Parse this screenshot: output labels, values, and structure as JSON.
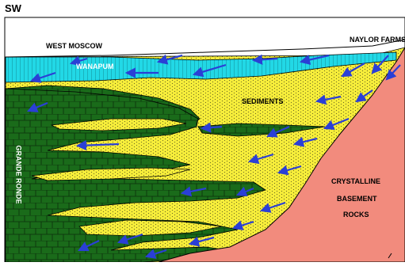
{
  "diagram": {
    "direction_label": "SW",
    "labels": {
      "west_moscow": "WEST MOSCOW",
      "naylor_farms": "NAYLOR FARMS",
      "wanapum": "WANAPUM",
      "sediments": "SEDIMENTS",
      "grande_ronde": "GRANDE RONDE",
      "crystalline": "CRYSTALLINE",
      "basement": "BASEMENT",
      "rocks": "ROCKS"
    },
    "colors": {
      "wanapum_basalt": "#22d8e6",
      "grande_ronde_basalt": "#1a6b1a",
      "sediments": "#f5ec3a",
      "crystalline_basement": "#f28b7d",
      "flow_arrows": "#2a3fd6",
      "outline": "#000000"
    },
    "flow_arrows": "groundwater flow",
    "arrow_icon": "flow-arrow-icon"
  }
}
